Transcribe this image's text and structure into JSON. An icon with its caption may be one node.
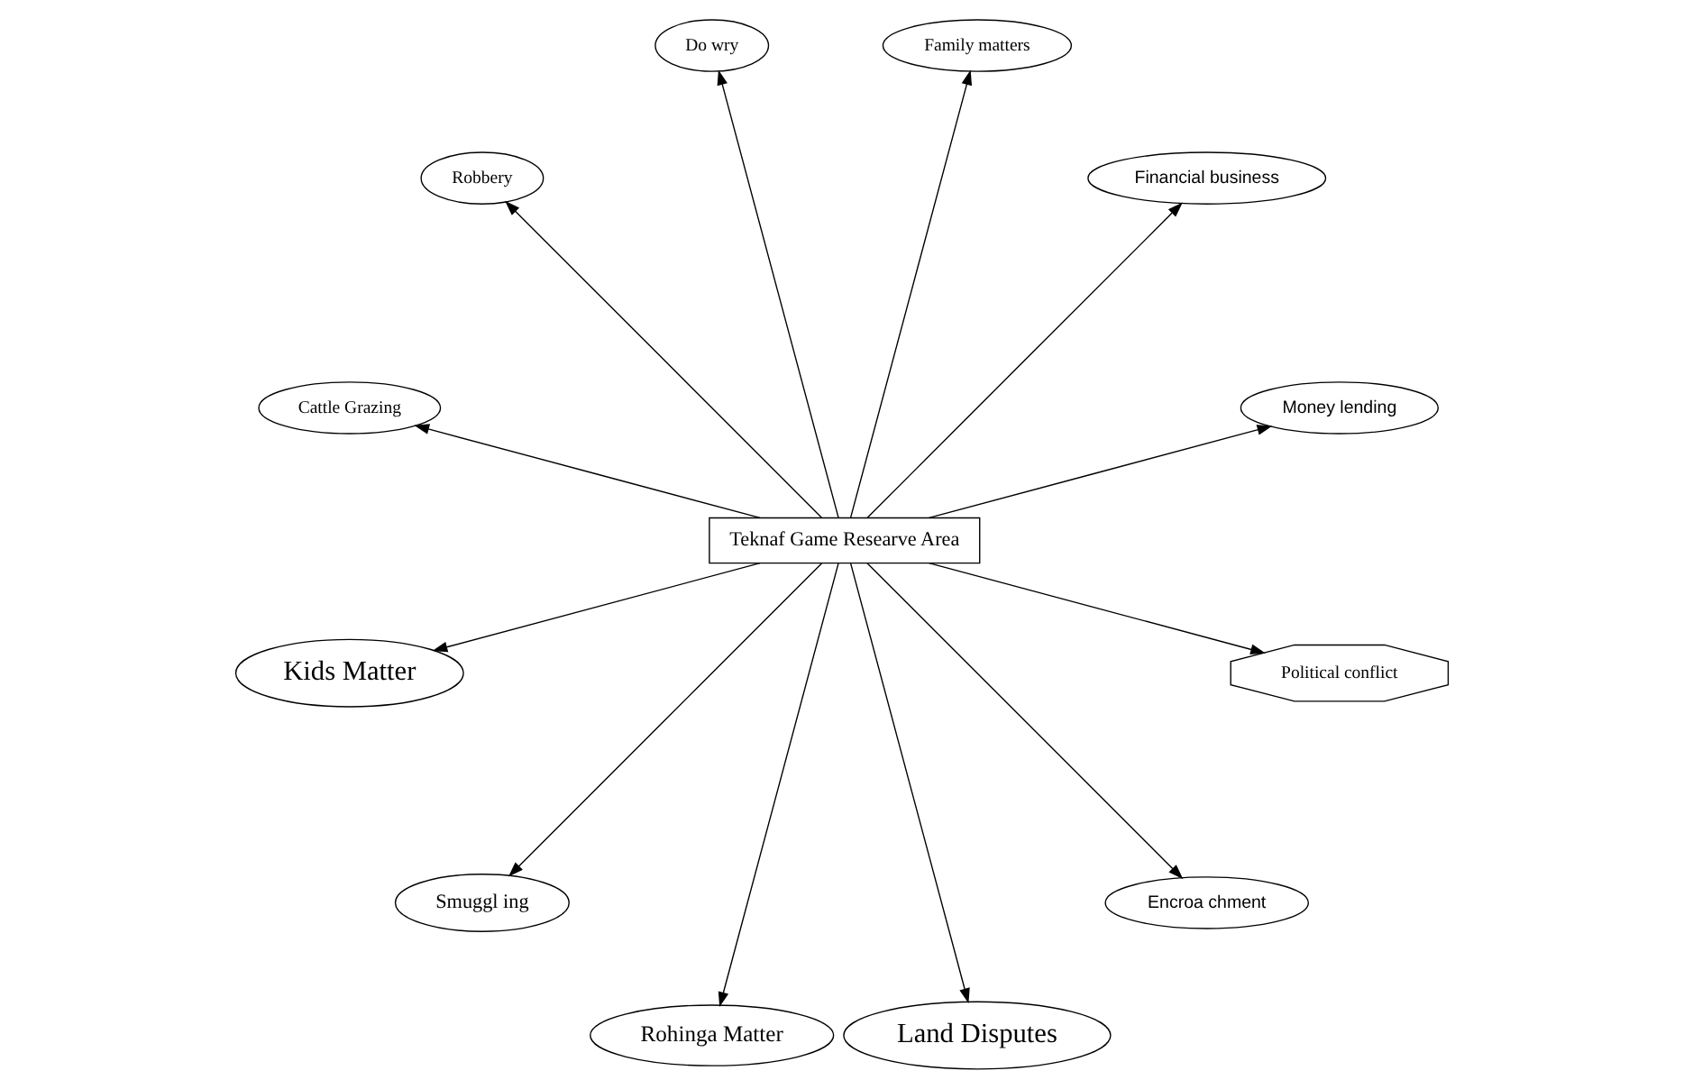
{
  "diagram": {
    "nodes": [
      {
        "text": [
          "Teknaf Game Researve Area"
        ]
      },
      {
        "text": [
          "Money lending"
        ]
      },
      {
        "text": [
          "Financial business"
        ]
      },
      {
        "text": [
          "Family matters"
        ]
      },
      {
        "text": [
          "Do wry"
        ]
      },
      {
        "text": [
          "Robbery"
        ]
      },
      {
        "text": [
          "Cattle Grazing"
        ]
      },
      {
        "text": [
          "Kids Matter"
        ]
      },
      {
        "text": [
          "Smuggl ing"
        ]
      },
      {
        "text": [
          "Rohinga Matter"
        ]
      },
      {
        "text": [
          "Land Disputes"
        ]
      },
      {
        "text": [
          "Encroa chment"
        ]
      },
      {
        "text": [
          "Political conflict"
        ]
      }
    ],
    "edges": [
      {
        "from": 0,
        "to": 1,
        "arrow": "to"
      },
      {
        "from": 0,
        "to": 2,
        "arrow": "to"
      },
      {
        "from": 0,
        "to": 3,
        "arrow": "to"
      },
      {
        "from": 0,
        "to": 4,
        "arrow": "to"
      },
      {
        "from": 0,
        "to": 5,
        "arrow": "to"
      },
      {
        "from": 0,
        "to": 6,
        "arrow": "to"
      },
      {
        "from": 0,
        "to": 7,
        "arrow": "to"
      },
      {
        "from": 0,
        "to": 8,
        "arrow": "to"
      },
      {
        "from": 0,
        "to": 9,
        "arrow": "to"
      },
      {
        "from": 0,
        "to": 10,
        "arrow": "to"
      },
      {
        "from": 0,
        "to": 11,
        "arrow": "to"
      },
      {
        "from": 0,
        "to": 12,
        "arrow": "to"
      }
    ]
  }
}
